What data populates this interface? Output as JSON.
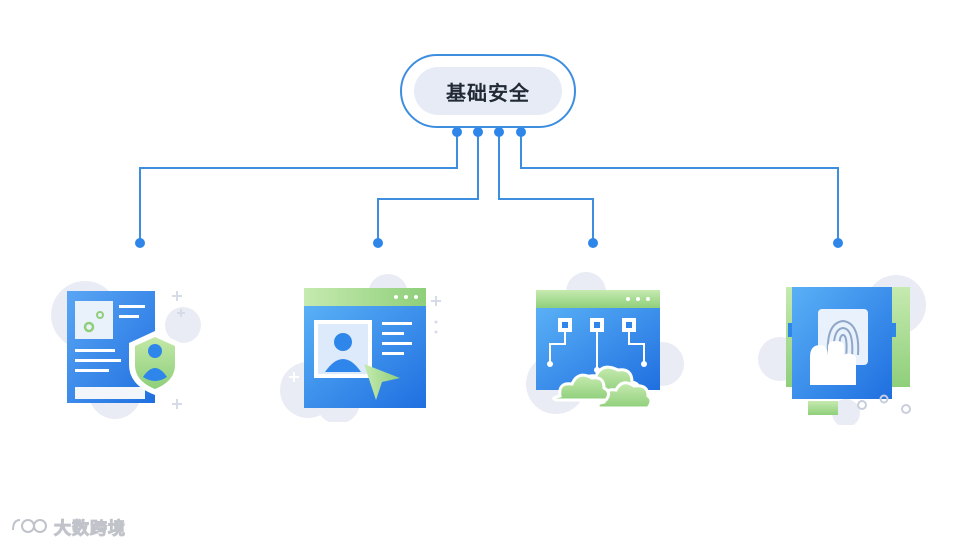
{
  "diagram": {
    "root": {
      "label": "基础安全"
    },
    "children": [
      {
        "name": "secure-document",
        "icon": "document-shield-icon"
      },
      {
        "name": "identity-window",
        "icon": "user-profile-window-icon"
      },
      {
        "name": "network-cloud",
        "icon": "network-cloud-icon"
      },
      {
        "name": "fingerprint-auth",
        "icon": "fingerprint-scan-icon"
      }
    ]
  },
  "watermark": {
    "text": "大数跨境"
  },
  "colors": {
    "line": "#3e8ee0",
    "blue": "#2f86ea",
    "light_blue": "#6fb3f6",
    "green": "#a8d98e",
    "bubble": "#e9ecf5"
  }
}
